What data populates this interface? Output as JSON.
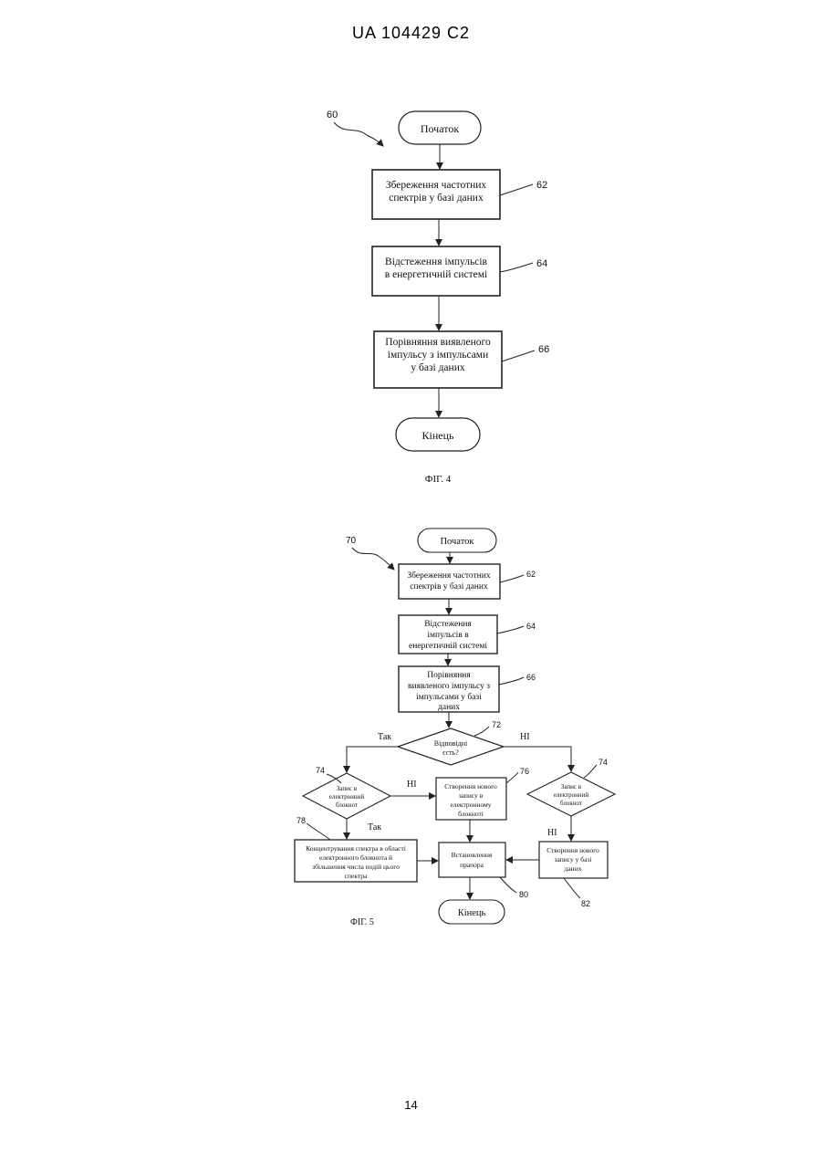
{
  "header": {
    "doc_id": "UA   104429   C2"
  },
  "page_number": "14",
  "fig4": {
    "caption": "ФІГ. 4",
    "ref_main": "60",
    "start": "Початок",
    "end": "Кінець",
    "steps": [
      {
        "ref": "62",
        "lines": [
          "Збереження частотних",
          "спектрів у базі даних"
        ]
      },
      {
        "ref": "64",
        "lines": [
          "Відстеження імпульсів",
          "в енергетичній системі"
        ]
      },
      {
        "ref": "66",
        "lines": [
          "Порівняння виявленого",
          "імпульсу з імпульсами",
          "у базі даних"
        ]
      }
    ]
  },
  "fig5": {
    "caption": "ФІГ. 5",
    "ref_main": "70",
    "start": "Початок",
    "end": "Кінець",
    "steps": [
      {
        "ref": "62",
        "lines": [
          "Збереження частотних",
          "спектрів у базі даних"
        ]
      },
      {
        "ref": "64",
        "lines": [
          "Відстеження",
          "імпульсів в",
          "енергетичній системі"
        ]
      },
      {
        "ref": "66",
        "lines": [
          "Порівняння",
          "виявленого імпульсу з",
          "імпульсами у базі",
          "даних"
        ]
      }
    ],
    "decision_main": {
      "ref": "72",
      "lines": [
        "Відповідні",
        "єсть?"
      ]
    },
    "label_yes_left": "Так",
    "label_no_right": "НІ",
    "decision_left": {
      "ref": "74",
      "lines": [
        "Запис в",
        "електронний",
        "блокнот"
      ]
    },
    "decision_right": {
      "ref": "74",
      "lines": [
        "Запис в",
        "електронний",
        "блокнот"
      ]
    },
    "label_no_mid": "НІ",
    "label_yes_down": "Так",
    "label_no_right_down": "НІ",
    "box_create_notebook": {
      "ref": "76",
      "lines": [
        "Створення нового",
        "запису в",
        "електронному",
        "блокноті"
      ]
    },
    "box_concentrate": {
      "ref": "78",
      "lines": [
        "Концентрування спектра в області",
        "електронного блокнота й",
        "збільшення числа подій цього",
        "спектра"
      ]
    },
    "box_flag": {
      "ref": "80",
      "lines": [
        "Встановлення",
        "прапора"
      ]
    },
    "box_create_db": {
      "ref": "82",
      "lines": [
        "Створення нового",
        "запису у базі",
        "даних"
      ]
    }
  }
}
